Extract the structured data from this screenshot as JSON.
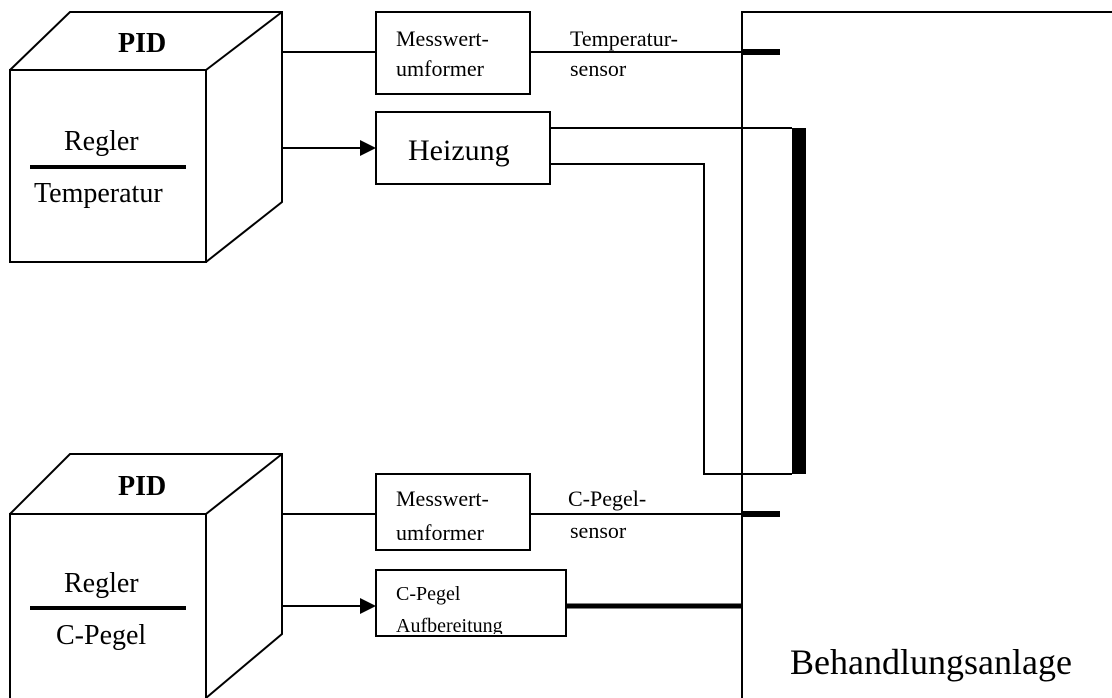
{
  "pid_temperature": {
    "title": "PID",
    "line1": "Regler",
    "line2": "Temperatur"
  },
  "pid_cpegel": {
    "title": "PID",
    "line1": "Regler",
    "line2": "C-Pegel"
  },
  "messwert_top": {
    "line1": "Messwert-",
    "line2": "umformer"
  },
  "messwert_bottom": {
    "line1": "Messwert-",
    "line2": "umformer"
  },
  "heizung": {
    "label": "Heizung"
  },
  "cpegel_aufbereitung": {
    "line1": "C-Pegel",
    "line2": "Aufbereitung"
  },
  "temperatur_sensor": {
    "line1": "Temperatur-",
    "line2": "sensor"
  },
  "cpegel_sensor": {
    "line1": "C-Pegel-",
    "line2": "sensor"
  },
  "plant": {
    "label": "Behandlungsanlage"
  }
}
